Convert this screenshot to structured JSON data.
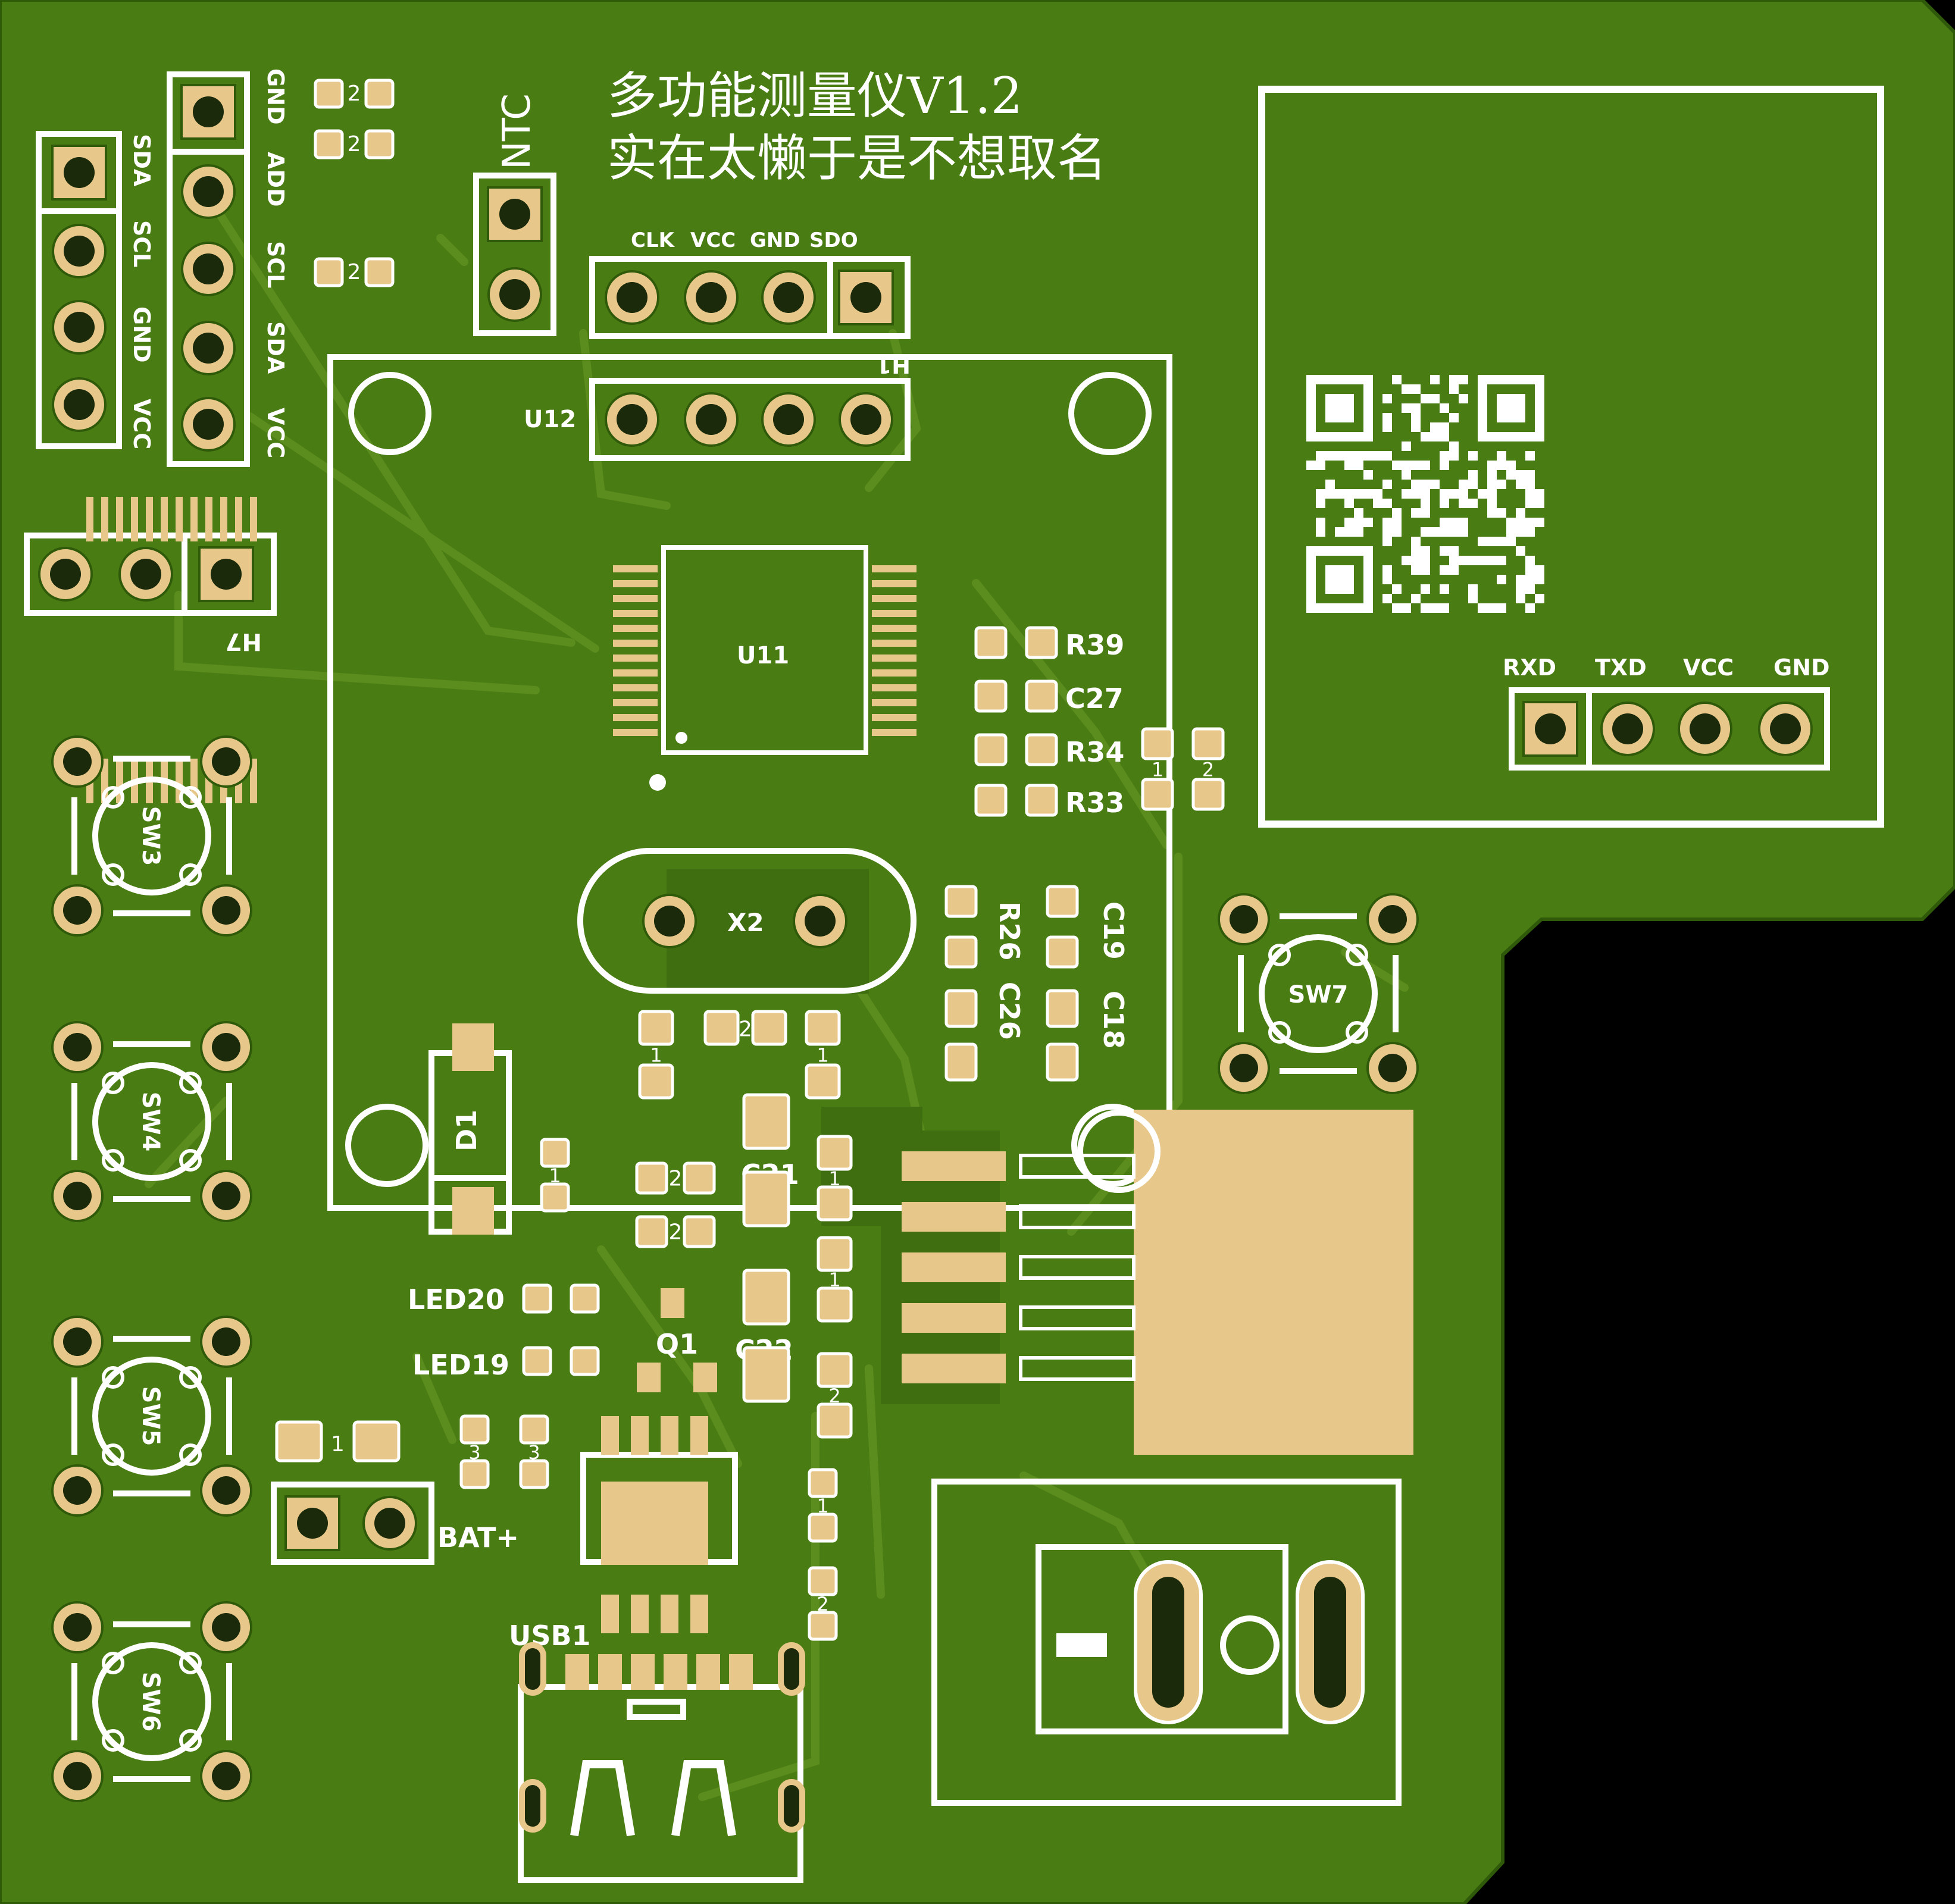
{
  "colors": {
    "background": "#000000",
    "soldermask": "#4a7c14",
    "copper_trace": "#5a8c1e",
    "pad": "#e8c88a",
    "silkscreen": "#ffffff",
    "drill": "#1a2a0a"
  },
  "title": {
    "line1": "多功能测量仪V1.2",
    "line2": "实在太懒于是不想取名"
  },
  "headers": {
    "ntc": {
      "label": "NTC"
    },
    "h1": {
      "label": "H1",
      "pins": [
        "CLK",
        "VCC",
        "GND",
        "SDO"
      ]
    },
    "i2c_left": {
      "pins": [
        "SDA",
        "SCL",
        "GND",
        "VCC"
      ]
    },
    "i2c_mid": {
      "pins": [
        "GND",
        "ADD",
        "SCL",
        "SDA",
        "VCC"
      ]
    },
    "h7": {
      "label": "H7"
    },
    "uart": {
      "pins": [
        "RXD",
        "TXD",
        "VCC",
        "GND"
      ]
    },
    "battery": {
      "label": "BAT+"
    }
  },
  "components": {
    "u12": "U12",
    "u11": "U11",
    "x2": "X2",
    "d1": "D1",
    "q1": "Q1",
    "usb": "USB1",
    "sw3": "SW3",
    "sw4": "SW4",
    "sw5": "SW5",
    "sw6": "SW6",
    "sw7": "SW7",
    "r39": "R39",
    "c27": "C27",
    "r34": "R34",
    "r33": "R33",
    "r26": "R26",
    "c26": "C26",
    "c19": "C19",
    "c18": "C18",
    "c21": "C21",
    "c22": "C22",
    "led20": "LED20",
    "led19": "LED19",
    "small_mark_2": "2",
    "small_mark_1": "1",
    "small_mark_3": "3"
  },
  "icons": {
    "qr": "qr-code-icon"
  }
}
